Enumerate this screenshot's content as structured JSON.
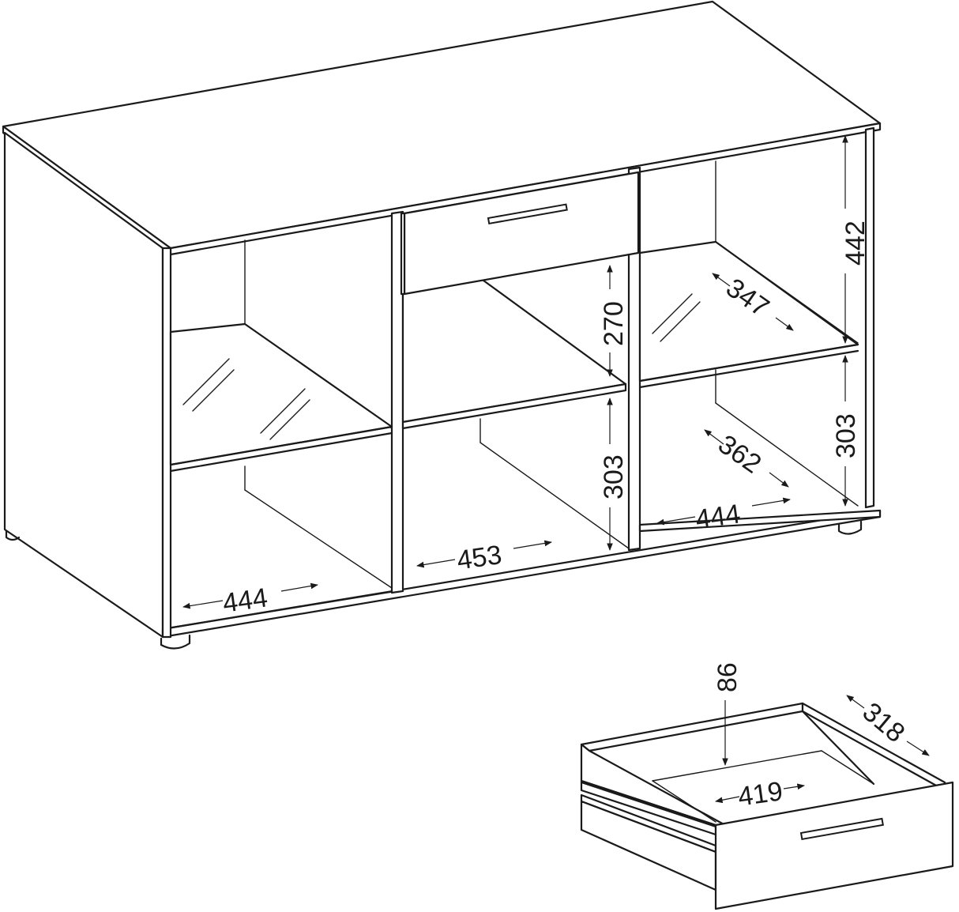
{
  "diagram": {
    "subject": "TV cabinet with open shelves and drawer",
    "dimensions": {
      "left_width": "444",
      "middle_width": "453",
      "right_width": "444",
      "right_depth_upper": "347",
      "right_depth_lower": "362",
      "right_height_upper": "442",
      "right_height_lower": "303",
      "middle_height_upper": "270",
      "middle_height_lower": "303",
      "drawer_height": "86",
      "drawer_depth": "318",
      "drawer_width": "419"
    }
  }
}
